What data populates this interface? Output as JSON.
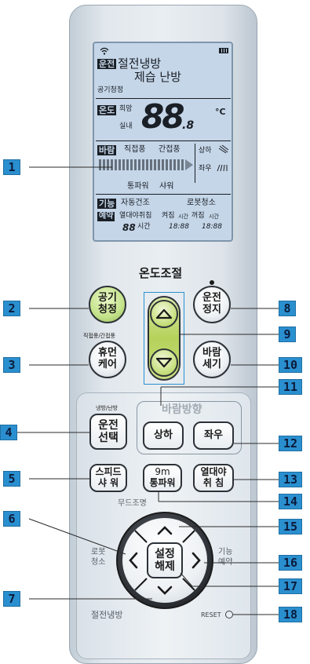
{
  "lcd": {
    "wifi_icon": "wifi-icon",
    "battery_icon": "battery-icon",
    "mode_badge": "운전",
    "mode_line1": "절전냉방",
    "mode_line2": "제습 난방",
    "air_clean": "공기청정",
    "temp_badge": "온도",
    "temp_desired": "희망",
    "temp_indoor": "실내",
    "temp_digits": "88",
    "temp_decimal": ".8",
    "temp_unit": "°C",
    "wind_badge": "바람",
    "wind_direct": "직접풍",
    "wind_indirect": "간접풍",
    "swing_updown": "상하",
    "swing_leftright": "좌우",
    "wind_power": "통파워",
    "wind_shower": "샤워",
    "func_badge": "기능",
    "func_autodry": "자동건조",
    "func_robot": "로봇청소",
    "reserve_badge": "예약",
    "reserve_sleep": "열대야취침",
    "reserve_on": "켜짐",
    "reserve_time_unit": "시간",
    "reserve_off": "꺼짐",
    "reserve_hours": "88",
    "reserve_clock1": "18:88",
    "reserve_clock2": "18:88"
  },
  "controls": {
    "temp_title": "온도조절",
    "air_clean_btn": [
      "공기",
      "청정"
    ],
    "power_btn": [
      "운전",
      "정지"
    ],
    "comfort_caption": "직접풍/간접풍",
    "comfort_btn": [
      "휴먼",
      "케어"
    ],
    "wind_power_btn": [
      "바람",
      "세기"
    ],
    "wind_dir_title": "바람방향",
    "mode_caption": "냉방/난방",
    "mode_btn": [
      "운전",
      "선택"
    ],
    "updown_btn": "상하",
    "leftright_btn": "좌우",
    "speed_btn": [
      "스피드",
      "샤 워"
    ],
    "timer_btn": [
      "9m",
      "통파워"
    ],
    "sleep_btn": [
      "열대야",
      "취 침"
    ],
    "mood_caption": "무드조명",
    "robot_caption": [
      "로봇",
      "청소"
    ],
    "func_caption": [
      "기능",
      "예약"
    ],
    "set_btn": [
      "설정",
      "해제"
    ],
    "saving_caption": "절전냉방",
    "reset_label": "RESET"
  },
  "callouts": [
    "1",
    "2",
    "3",
    "4",
    "5",
    "6",
    "7",
    "8",
    "9",
    "10",
    "11",
    "12",
    "13",
    "14",
    "15",
    "16",
    "17",
    "18"
  ],
  "colors": {
    "callout": "#2a8fcf",
    "lcd": "#c5d6e8"
  }
}
